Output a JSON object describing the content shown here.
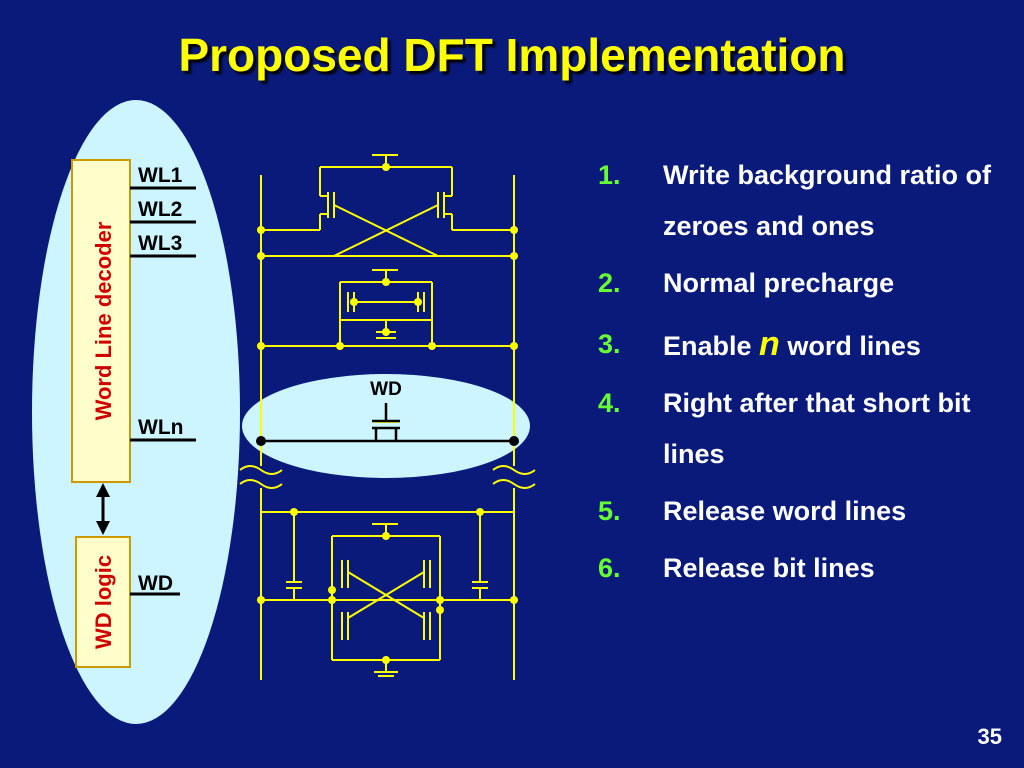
{
  "title": "Proposed DFT Implementation",
  "diagram": {
    "decoder_label": "Word Line decoder",
    "wd_logic_label": "WD logic",
    "wordlines": [
      "WL1",
      "WL2",
      "WL3",
      "WLn"
    ],
    "wd_output_label": "WD",
    "wd_transistor_label": "WD",
    "colors": {
      "background": "#0a1a7a",
      "ellipse": "#ccf5ff",
      "block_fill": "#ffffcc",
      "wire": "#ffff00",
      "title": "#ffff00",
      "step_number": "#66ff33"
    }
  },
  "steps": [
    {
      "num": "1.",
      "text": "Write background ratio of zeroes and ones"
    },
    {
      "num": "2.",
      "text": "Normal precharge"
    },
    {
      "num": "3.",
      "prefix": "Enable",
      "emph": "n",
      "suffix": "word lines"
    },
    {
      "num": "4.",
      "text": "Right after that short bit lines"
    },
    {
      "num": "5.",
      "text": "Release word lines"
    },
    {
      "num": "6.",
      "text": "Release bit lines"
    }
  ],
  "page_number": "35"
}
